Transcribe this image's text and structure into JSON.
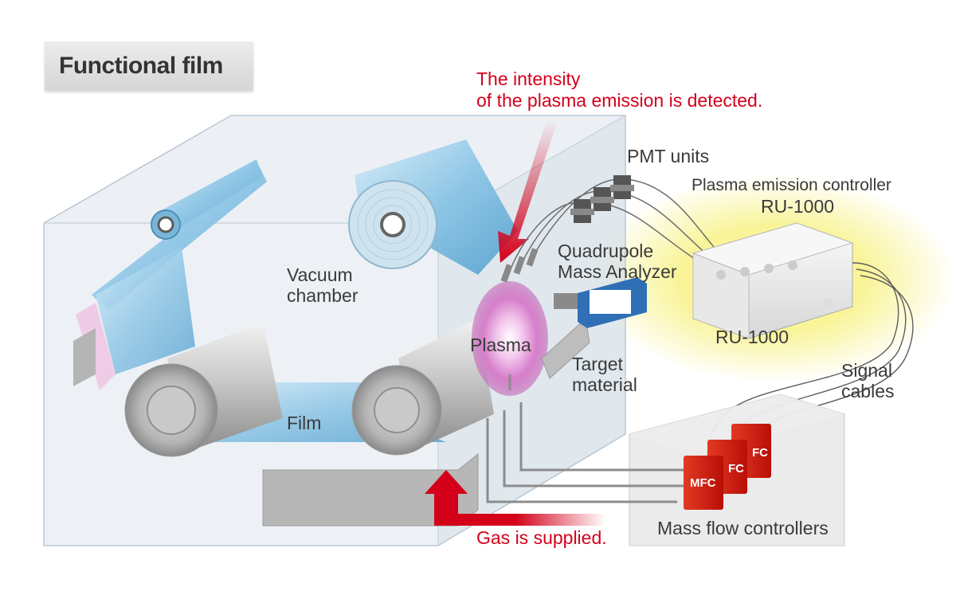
{
  "title": "Functional film",
  "annotations": {
    "emission_line1": "The intensity",
    "emission_line2": "of the plasma emission is detected.",
    "gas": "Gas is supplied."
  },
  "labels": {
    "pmt": "PMT units",
    "controller_title": "Plasma emission controller",
    "controller_model": "RU-1000",
    "controller_model_below": "RU-1000",
    "qma_line1": "Quadrupole",
    "qma_line2": "Mass Analyzer",
    "vacuum_line1": "Vacuum",
    "vacuum_line2": "chamber",
    "plasma": "Plasma",
    "target_line1": "Target",
    "target_line2": "material",
    "film": "Film",
    "signal_line1": "Signal",
    "signal_line2": "cables",
    "mfc_group": "Mass flow controllers",
    "mfc_front": "MFC",
    "mfc_middle": "FC",
    "mfc_back": "FC"
  },
  "colors": {
    "accent_red": "#d4001a",
    "text_gray": "#3a3a3a",
    "film_blue": "#8fc6e6",
    "glow_yellow": "#f6ef6a",
    "mfc_red": "#c8140c"
  }
}
